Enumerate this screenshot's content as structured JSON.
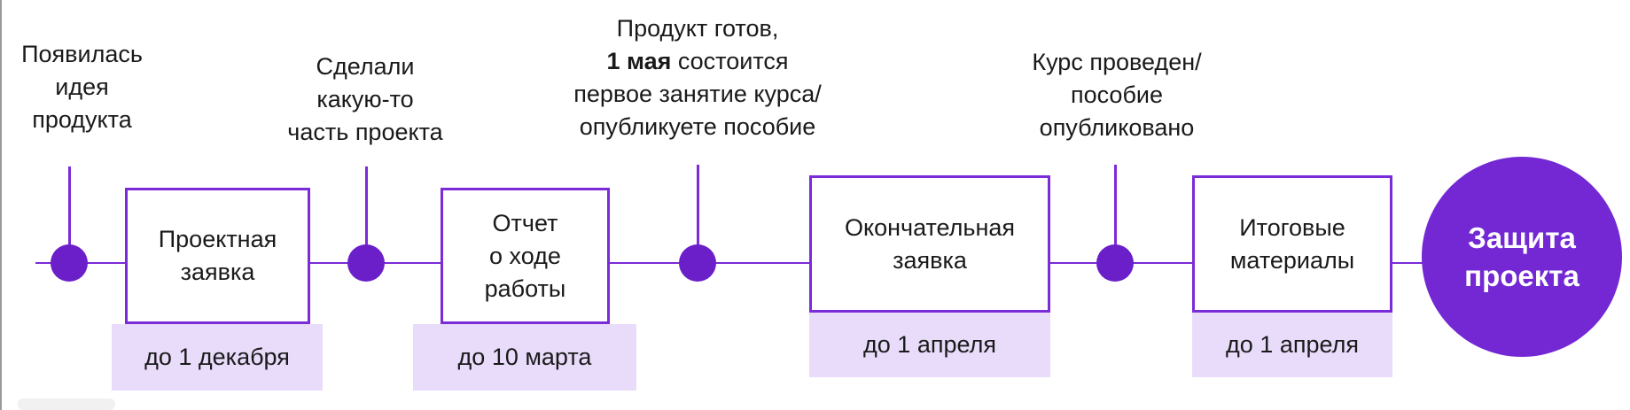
{
  "milestones": [
    {
      "id": "idea",
      "lines": [
        "Появилась",
        "идея",
        "продукта"
      ]
    },
    {
      "id": "partial",
      "lines": [
        "Сделали",
        "какую-то",
        "часть проекта"
      ]
    },
    {
      "id": "product_ready",
      "line1": "Продукт готов,",
      "line2_bold": "1 мая",
      "line2_rest": " состоится",
      "line3": "первое занятие курса/",
      "line4": "опубликуете пособие"
    },
    {
      "id": "course_done",
      "lines": [
        "Курс проведен/",
        "пособие",
        "опубликовано"
      ]
    }
  ],
  "stages": [
    {
      "id": "project_application",
      "lines": [
        "Проектная",
        "заявка"
      ],
      "deadline": "до 1 декабря"
    },
    {
      "id": "progress_report",
      "lines": [
        "Отчет",
        "о ходе",
        "работы"
      ],
      "deadline": "до 10 марта"
    },
    {
      "id": "final_application",
      "lines": [
        "Окончательная",
        "заявка"
      ],
      "deadline": "до 1 апреля"
    },
    {
      "id": "final_materials",
      "lines": [
        "Итоговые",
        "материалы"
      ],
      "deadline": "до 1 апреля"
    }
  ],
  "final": {
    "lines": [
      "Защита",
      "проекта"
    ]
  },
  "colors": {
    "accent": "#7b2cd6",
    "dot": "#6a1fc8",
    "circle": "#7328d4",
    "deadline_bg": "#e9dcfb"
  }
}
